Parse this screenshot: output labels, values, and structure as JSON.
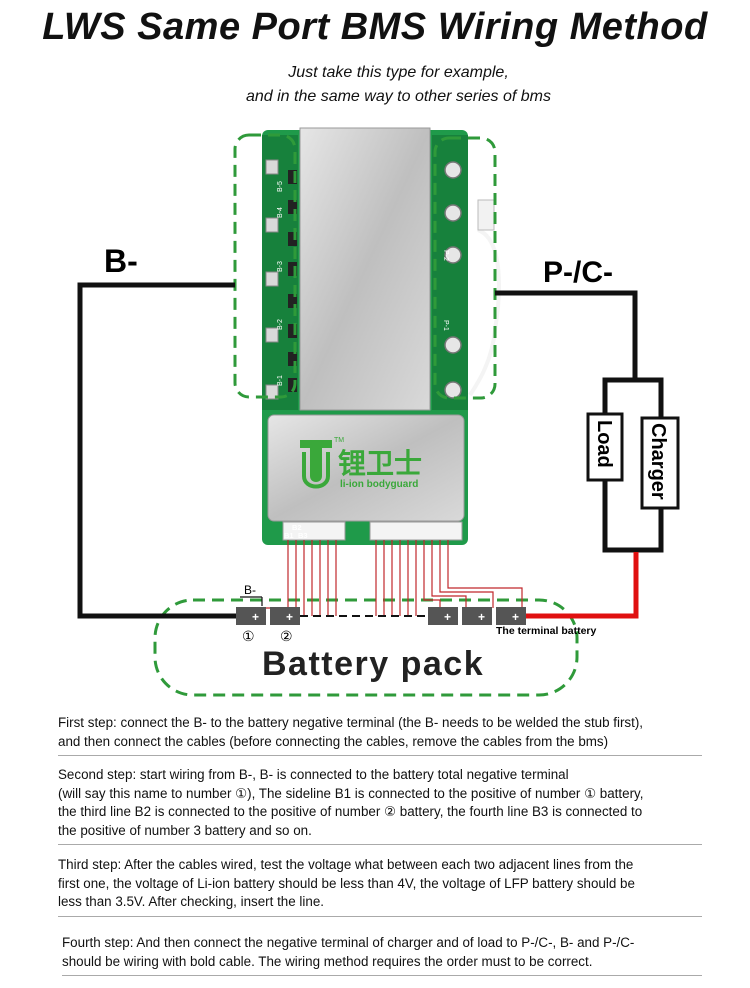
{
  "title": "LWS Same Port BMS Wiring Method",
  "subtitle_line1": "Just take this type for example,",
  "subtitle_line2": "and in the same way to other series of bms",
  "labels": {
    "b_minus": "B-",
    "p_c_minus": "P-/C-",
    "load": "Load",
    "charger": "Charger",
    "battery_pack": "Battery pack",
    "terminal_battery": "The terminal battery",
    "b_minus_small": "B-",
    "num1": "①",
    "num2": "②",
    "b1": "B1",
    "b2": "B2",
    "b3": "B3",
    "brand_cn": "锂卫士",
    "brand_en": "li-ion bodyguard",
    "tm": "TM"
  },
  "board_labels": {
    "b5": "B-5",
    "b4": "B-4",
    "b3": "B-3",
    "b2": "B-2",
    "b1": "B-1",
    "p2": "P-2",
    "p1": "P-1"
  },
  "steps": [
    {
      "lines": [
        "First step: connect the B- to the battery negative terminal (the B- needs to be welded the stub first),",
        "and then connect the cables (before connecting the cables, remove the cables from the bms)"
      ]
    },
    {
      "lines": [
        "Second step: start wiring from B-, B- is connected to the battery total negative terminal",
        "(will say this name to number ①), The sideline B1 is connected to the positive of number ① battery,",
        "the third line B2 is connected to the positive of number ② battery, the fourth line B3 is connected to",
        "the positive of number 3 battery and so on."
      ]
    },
    {
      "lines": [
        "Third step: After the cables wired, test the voltage what between each two adjacent  lines from the",
        "first one, the voltage of Li-ion battery should be less than 4V, the voltage of LFP battery should be",
        "less than 3.5V. After checking, insert the line."
      ]
    },
    {
      "lines": [
        "Fourth step: And then connect the negative terminal of charger and  of load to P-/C-, B- and P-/C-",
        "should be wiring with bold cable. The wiring method requires the order must to be correct."
      ]
    }
  ],
  "colors": {
    "green_dash": "#2f9a3a",
    "board_green": "#1f9a4a",
    "red_wire": "#e01010",
    "black_wire": "#111111",
    "heatsink": "#c8c8c8",
    "logo_green": "#3aa83a"
  }
}
